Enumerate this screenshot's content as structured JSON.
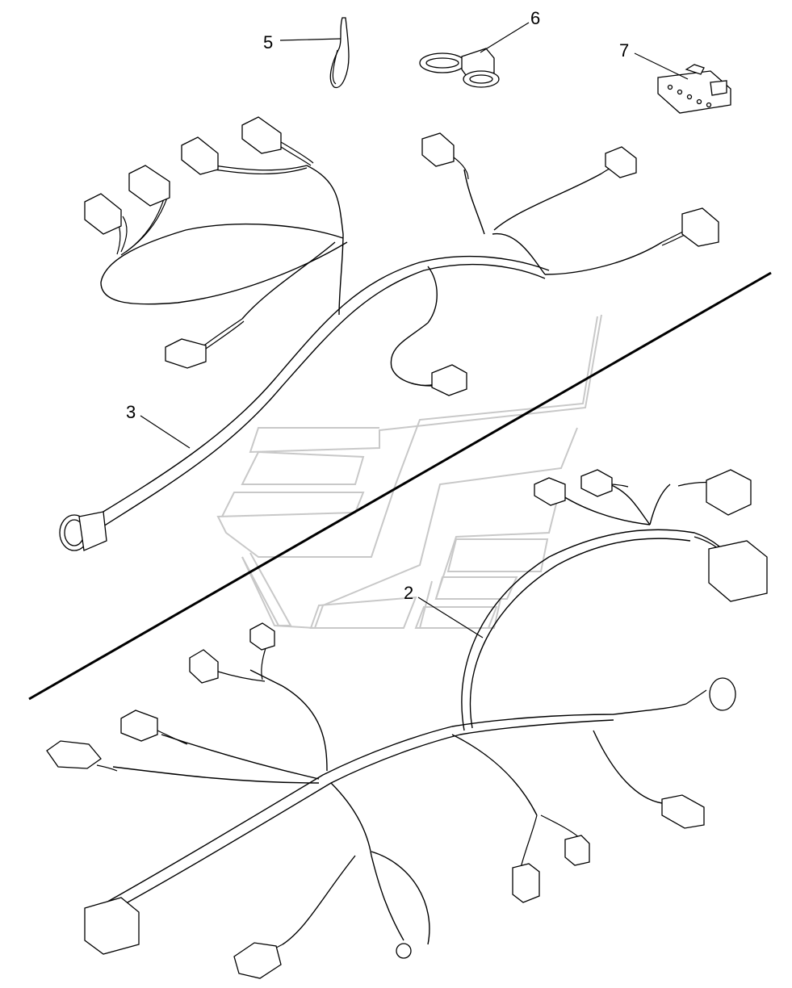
{
  "callouts": [
    {
      "id": "5",
      "label": "5"
    },
    {
      "id": "6",
      "label": "6"
    },
    {
      "id": "7",
      "label": "7"
    },
    {
      "id": "3",
      "label": "3"
    },
    {
      "id": "2",
      "label": "2"
    }
  ],
  "colors": {
    "line": "#000000",
    "watermark": "#c8c8c8",
    "background": "#ffffff"
  }
}
